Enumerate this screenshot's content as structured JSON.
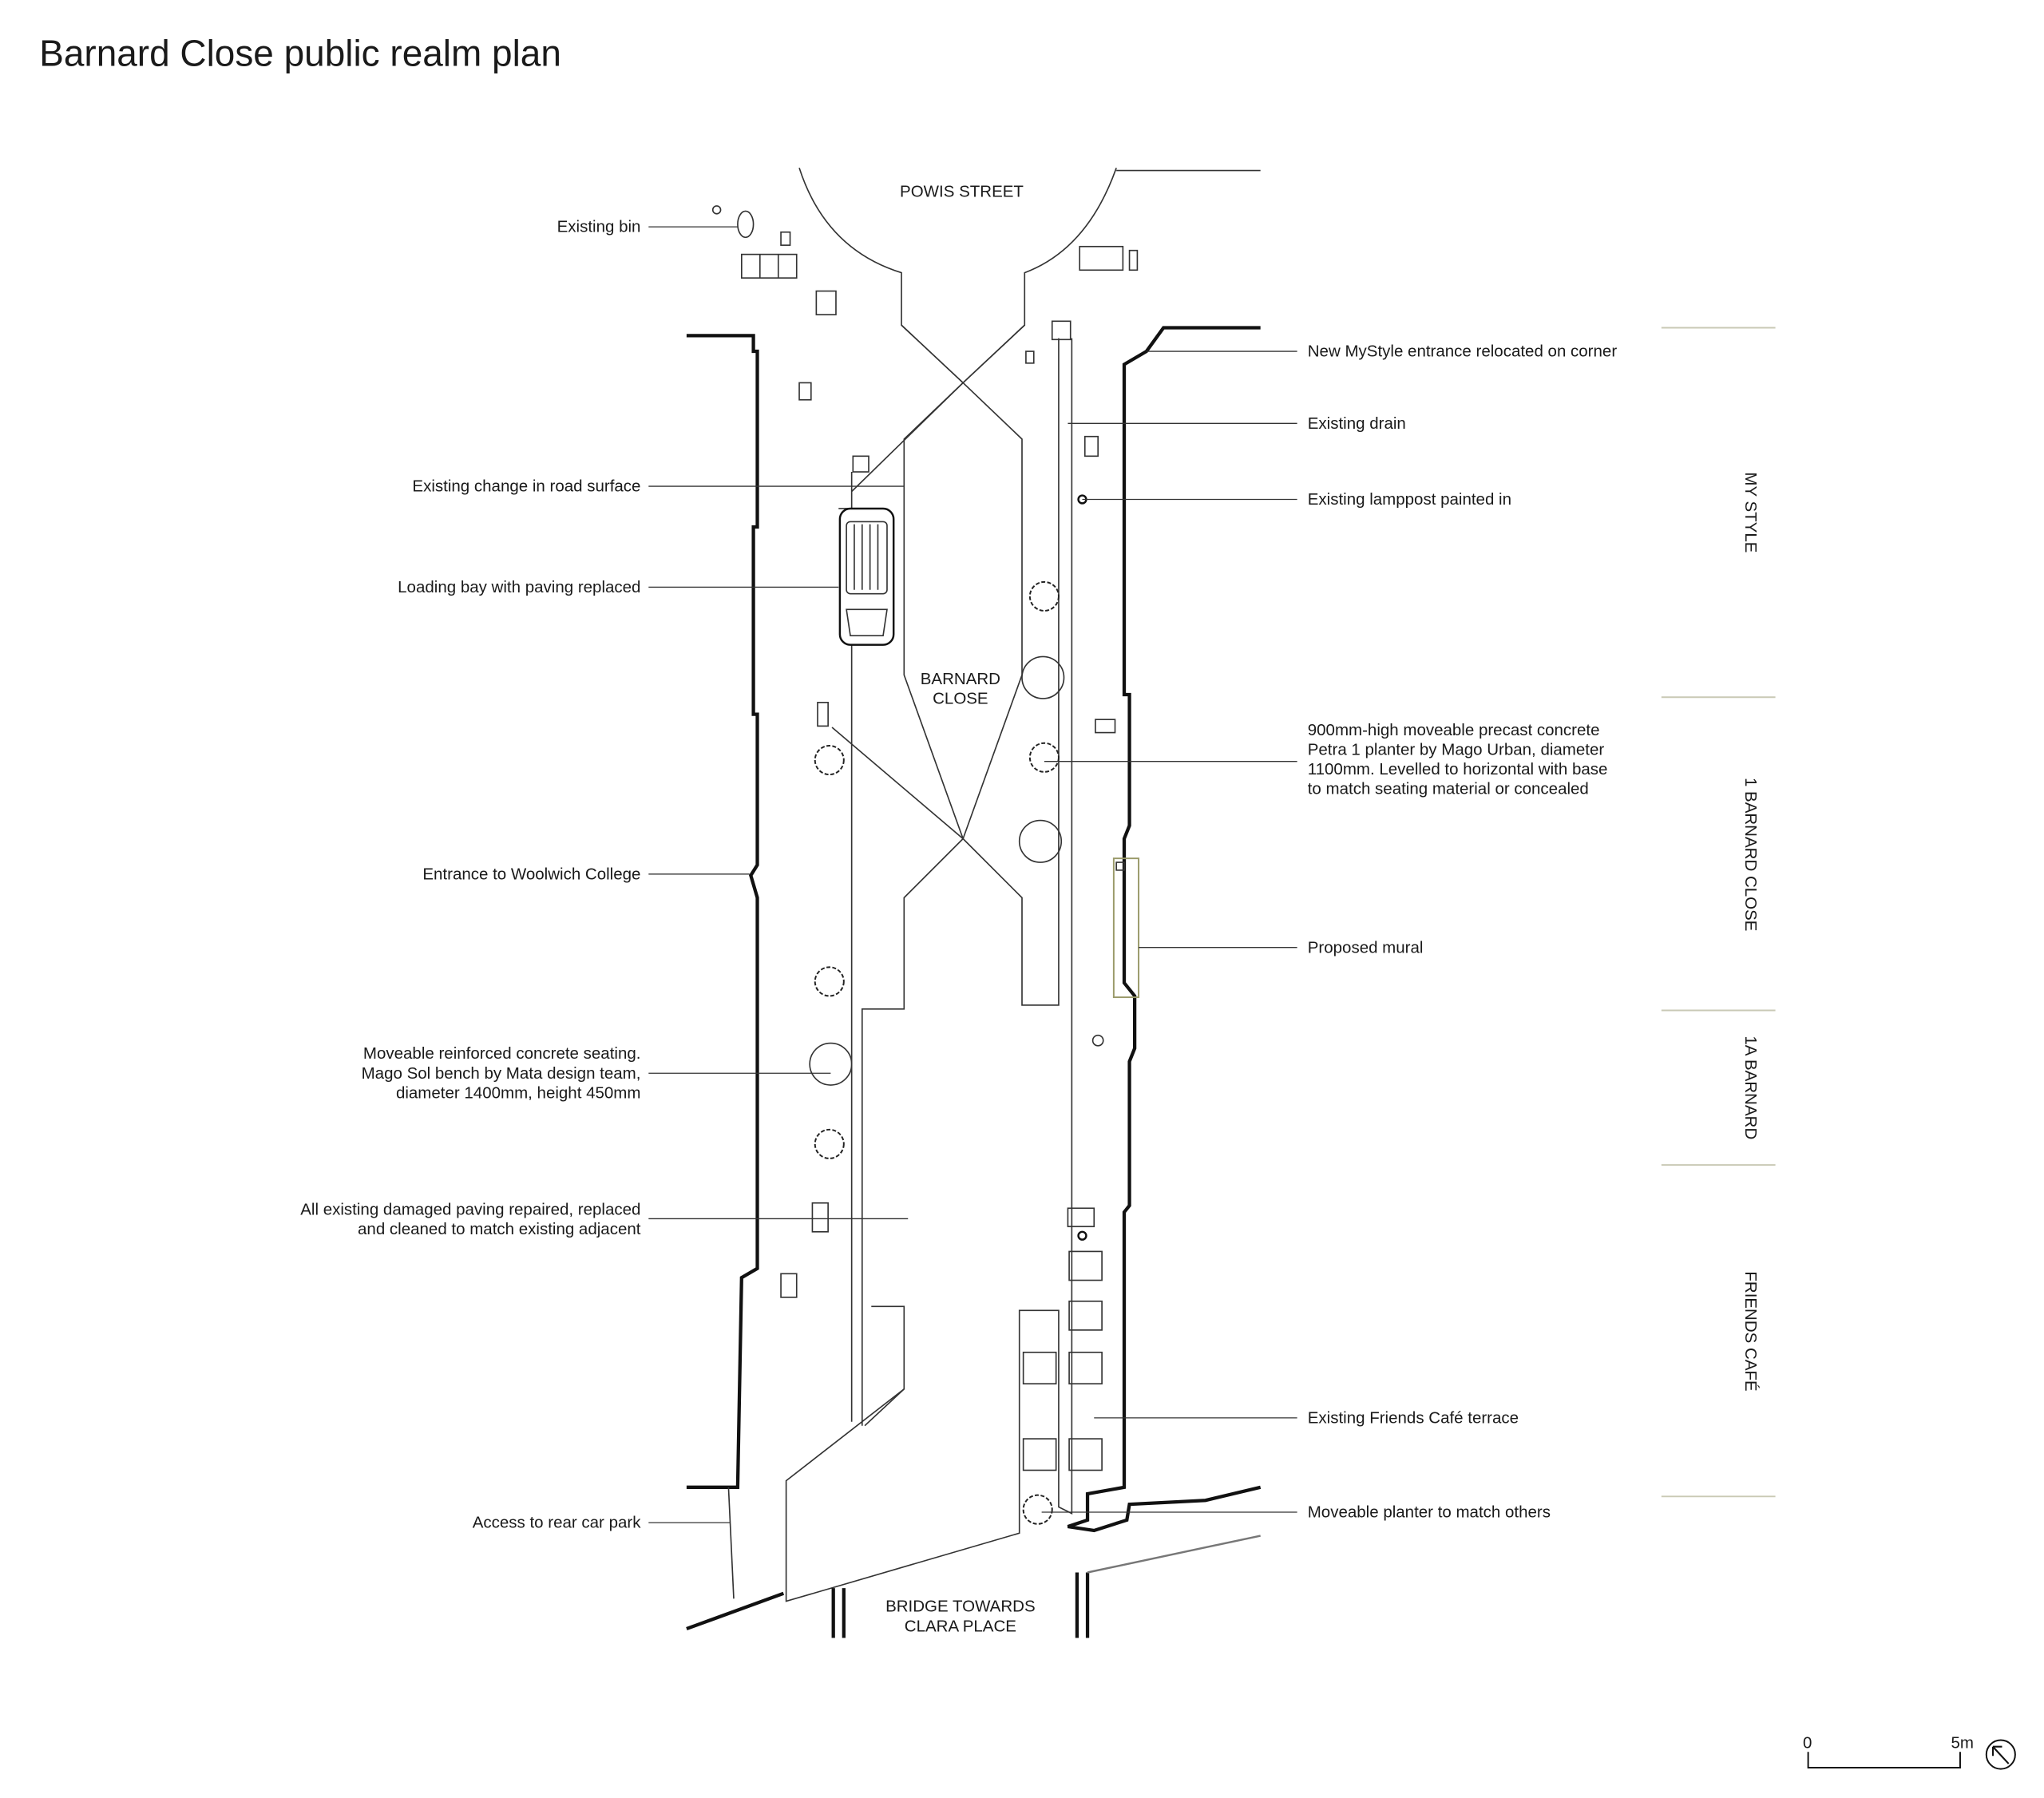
{
  "title": "Barnard Close public realm plan",
  "places": {
    "powis_street": "POWIS STREET",
    "barnard_close": [
      "BARNARD",
      "CLOSE"
    ],
    "bridge": [
      "BRIDGE TOWARDS",
      "CLARA PLACE"
    ]
  },
  "left_labels": {
    "bin": "Existing bin",
    "road_surface": "Existing change in road surface",
    "loading_bay": "Loading bay with paving replaced",
    "entrance": "Entrance to Woolwich College",
    "seating": [
      "Moveable reinforced concrete seating.",
      "Mago Sol bench by Mata design team,",
      "diameter 1400mm, height 450mm"
    ],
    "paving": [
      "All existing damaged paving repaired, replaced",
      "and cleaned to match existing adjacent"
    ],
    "car_park": "Access to rear car park"
  },
  "right_labels": {
    "mystyle_entrance": "New MyStyle entrance relocated on corner",
    "drain": "Existing drain",
    "lamppost": "Existing lamppost painted in",
    "planter": [
      "900mm-high moveable precast concrete",
      "Petra 1 planter by Mago Urban, diameter",
      "1100mm. Levelled to horizontal with base",
      "to match seating material or concealed"
    ],
    "mural": "Proposed mural",
    "terrace": "Existing Friends Café terrace",
    "planter_match": "Moveable planter to match others"
  },
  "buildings": [
    "MY STYLE",
    "1 BARNARD CLOSE",
    "1A BARNARD",
    "FRIENDS CAFÉ"
  ],
  "scale": {
    "start": "0",
    "end": "5m"
  },
  "icons": {
    "north": "north-arrow-icon"
  },
  "colors": {
    "line": "#111111",
    "divider": "#c9c9b5",
    "mural": "#9a9a6a"
  }
}
